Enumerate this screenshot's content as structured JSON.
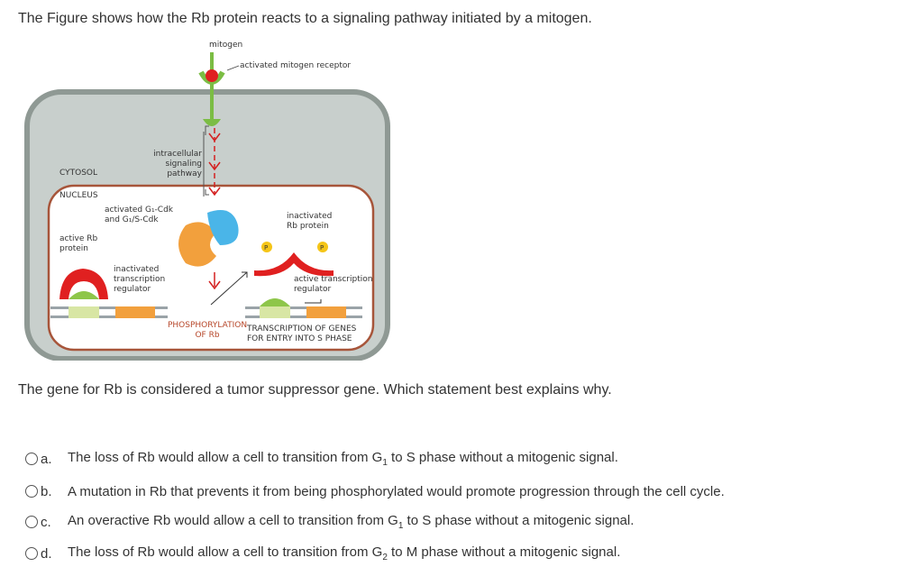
{
  "intro": "The Figure shows how the Rb protein reacts to a signaling pathway initiated by a mitogen.",
  "figure": {
    "mitogen": "mitogen",
    "receptor": "activated mitogen receptor",
    "pathway": [
      "intracellular",
      "signaling",
      "pathway"
    ],
    "cytosol": "CYTOSOL",
    "nucleus": "NUCLEUS",
    "cdk": [
      "activated G₁-Cdk",
      "and G₁/S-Cdk"
    ],
    "inactivated_rb": [
      "inactivated",
      "Rb protein"
    ],
    "active_rb": [
      "active Rb",
      "protein"
    ],
    "inactivated_reg": [
      "inactivated",
      "transcription",
      "regulator"
    ],
    "active_reg": [
      "active transcription",
      "regulator"
    ],
    "phospho": [
      "PHOSPHORYLATION",
      "OF Rb"
    ],
    "transcription": [
      "TRANSCRIPTION OF GENES",
      "FOR ENTRY INTO S PHASE"
    ],
    "p": "P"
  },
  "question": "The gene for Rb is considered a tumor suppressor gene.  Which statement best explains why.",
  "options": [
    {
      "letter": "a.",
      "pre": "The loss of Rb would allow a cell to transition from G",
      "sub1": "1",
      "mid": " to S phase without a mitogenic signal."
    },
    {
      "letter": "b.",
      "pre": "A mutation in Rb that prevents it from being phosphorylated would promote progression through the cell cycle.",
      "sub1": "",
      "mid": ""
    },
    {
      "letter": "c.",
      "pre": "An overactive Rb would allow a cell to transition from G",
      "sub1": "1",
      "mid": " to S phase without a mitogenic signal."
    },
    {
      "letter": "d.",
      "pre": "The loss of Rb would allow a cell to transition from G",
      "sub1": "2",
      "mid": " to M phase without a mitogenic signal."
    }
  ]
}
